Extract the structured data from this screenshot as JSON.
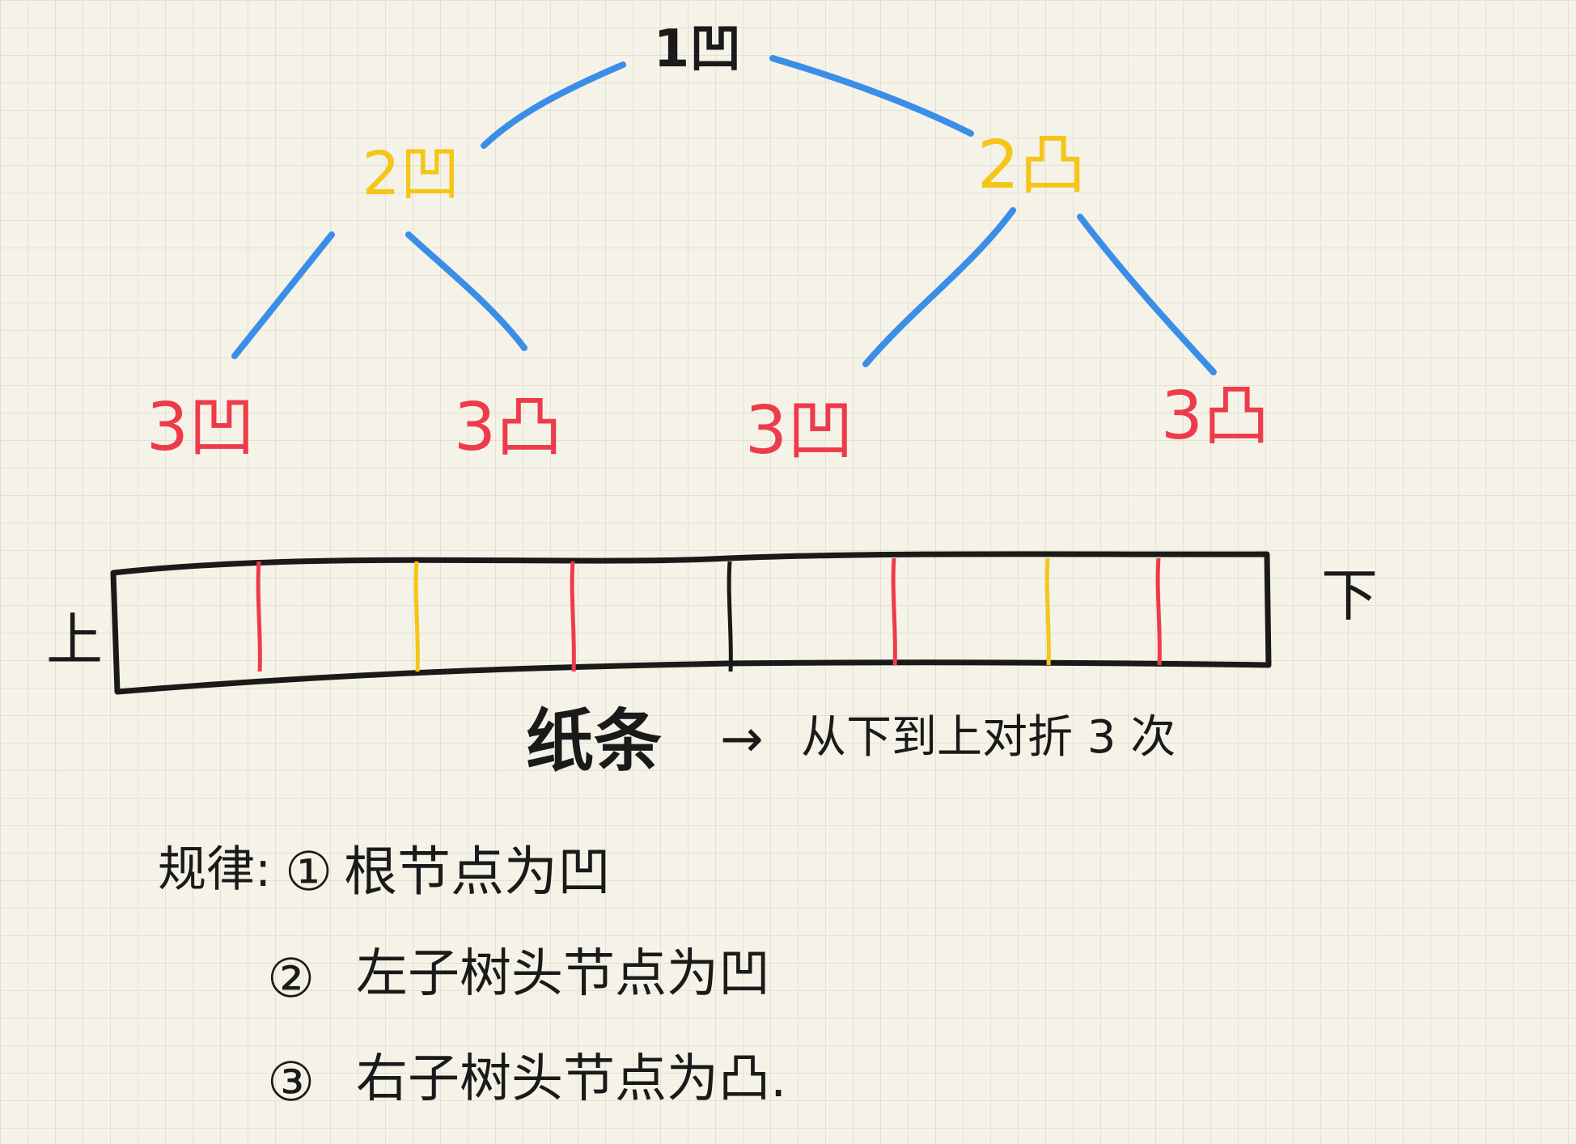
{
  "colors": {
    "level1": "#1a1a1a",
    "level2": "#f5c518",
    "level3": "#ee3b4b",
    "edge": "#3b8ee8",
    "strip": "#1a1a1a"
  },
  "tree": {
    "root": {
      "num": "1",
      "shape": "凹"
    },
    "level2": [
      {
        "num": "2",
        "shape": "凹"
      },
      {
        "num": "2",
        "shape": "凸"
      }
    ],
    "level3": [
      {
        "num": "3",
        "shape": "凹"
      },
      {
        "num": "3",
        "shape": "凸"
      },
      {
        "num": "3",
        "shape": "凹"
      },
      {
        "num": "3",
        "shape": "凸"
      }
    ]
  },
  "strip": {
    "left_label": "上",
    "right_label": "下",
    "creases": [
      "red",
      "yellow",
      "red",
      "black",
      "red",
      "yellow",
      "red"
    ]
  },
  "caption": {
    "title": "纸条",
    "arrow": "→",
    "text": "从下到上对折 3 次"
  },
  "rules": {
    "heading": "规律:",
    "items": [
      {
        "marker": "①",
        "text": "根节点为凹"
      },
      {
        "marker": "②",
        "text": "左子树头节点为凹"
      },
      {
        "marker": "③",
        "text": "右子树头节点为凸."
      }
    ]
  }
}
